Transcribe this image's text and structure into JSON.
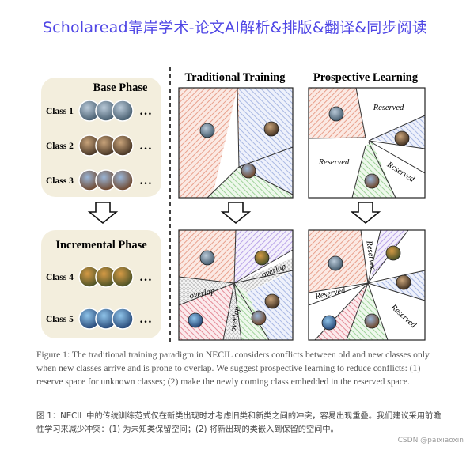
{
  "banner": {
    "title": "Scholaread靠岸学术-论文AI解析&排版&翻译&同步阅读"
  },
  "figure": {
    "base_phase": {
      "title": "Base Phase",
      "classes": [
        "Class 1",
        "Class 2",
        "Class 3"
      ]
    },
    "incremental_phase": {
      "title": "Incremental Phase",
      "classes": [
        "Class 4",
        "Class 5"
      ]
    },
    "ellipsis": "…",
    "traditional": {
      "title": "Traditional Training",
      "overlap_labels": [
        "overlap",
        "overlap",
        "overlap"
      ]
    },
    "prospective": {
      "title": "Prospective Learning",
      "reserved_top": [
        "Reserved",
        "Reserved",
        "Reserved"
      ],
      "reserved_bottom": [
        "Reserved",
        "Reserved",
        "Reserved"
      ]
    },
    "colors": {
      "class1": "#e8a08c",
      "class2": "#a9b8e3",
      "class3": "#9fd39a",
      "class4": "#b9a3e8",
      "class5": "#e58c98",
      "panel": "#f3eedd"
    }
  },
  "caption": {
    "en": "Figure 1: The traditional training paradigm in NECIL considers conflicts between old and new classes only when new classes arrive and is prone to overlap. We suggest prospective learning to reduce conflicts: (1) reserve space for unknown classes; (2) make the newly coming class embedded in the reserved space.",
    "zh": "图 1：NECIL 中的传统训练范式仅在新类出现时才考虑旧类和新类之间的冲突，容易出现重叠。我们建议采用前瞻性学习来减少冲突：(1) 为未知类保留空间；(2) 将新出现的类嵌入到保留的空间中。"
  },
  "watermark": "CSDN @paixiaoxin"
}
